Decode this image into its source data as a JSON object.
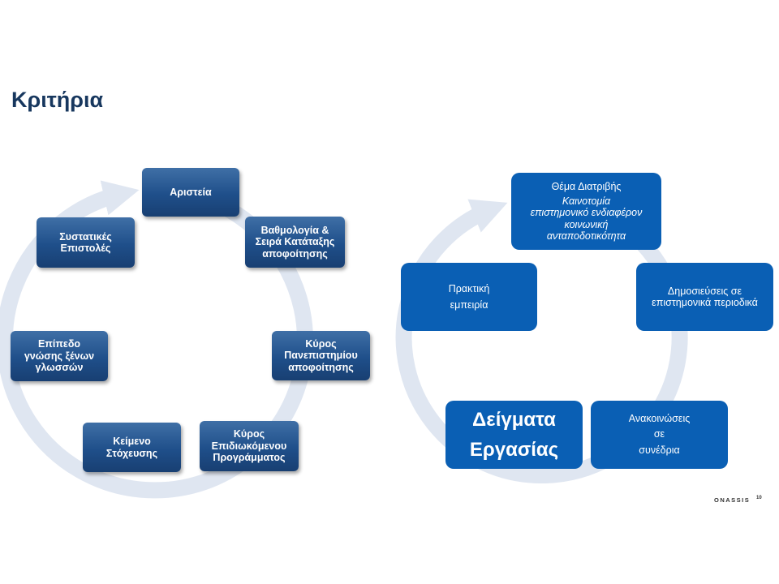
{
  "slide": {
    "title": "Κριτήρια"
  },
  "left_cycle": {
    "nodes": [
      "Αριστεία",
      "Βαθμολογία &\nΣειρά Κατάταξης\nαποφοίτησης",
      "Κύρος\nΠανεπιστημίου\nαποφοίτησης",
      "Κύρος\nΕπιδιωκόμενου\nΠρογράμματος",
      "Κείμενο\nΣτόχευσης",
      "Επίπεδο\nγνώσης ξένων\nγλωσσών",
      "Συστατικές\nΕπιστολές"
    ]
  },
  "right_cycle": {
    "thesis": {
      "heading": "Θέμα Διατριβής",
      "details": "Καινοτομία\nεπιστημονικό ενδιαφέρον\nκοινωνική\nανταποδοτικότητα"
    },
    "publications": "Δημοσιεύσεις σε\nεπιστημονικά περιοδικά",
    "conferences": "Ανακοινώσεις\nσε\nσυνέδρια",
    "work_samples": "Δείγματα\nΕργασίας",
    "experience": "Πρακτική\nεμπειρία"
  },
  "footer": {
    "brand": "ONASSIS",
    "page_number": "10"
  },
  "colors": {
    "title": "#17375e",
    "node_dark": "#1f4f8a",
    "node_bright": "#0a5fb4",
    "ring": "#dfe6f1"
  }
}
